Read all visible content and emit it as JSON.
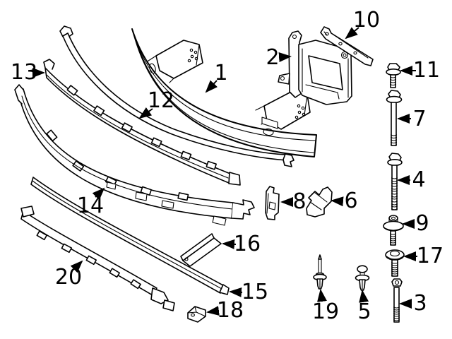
{
  "diagram": {
    "background_color": "#ffffff",
    "line_color": "#000000",
    "label_color": "#000000",
    "callouts": {
      "1": "1",
      "2": "2",
      "3": "3",
      "4": "4",
      "5": "5",
      "6": "6",
      "7": "7",
      "8": "8",
      "9": "9",
      "10": "10",
      "11": "11",
      "12": "12",
      "13": "13",
      "14": "14",
      "15": "15",
      "16": "16",
      "17": "17",
      "18": "18",
      "19": "19",
      "20": "20"
    },
    "parts": [
      {
        "callout": "1",
        "shape": "curved-impact-bar-with-two-mount-boxes"
      },
      {
        "callout": "2",
        "shape": "side-mount-bracket-frame"
      },
      {
        "callout": "3",
        "shape": "long-thin-bolt"
      },
      {
        "callout": "4",
        "shape": "long-threaded-screw"
      },
      {
        "callout": "5",
        "shape": "expanding-rivet-round-head"
      },
      {
        "callout": "6",
        "shape": "small-folded-bracket-right"
      },
      {
        "callout": "7",
        "shape": "long-hex-bolt"
      },
      {
        "callout": "8",
        "shape": "small-flat-bracket-with-square-hole"
      },
      {
        "callout": "9",
        "shape": "combination-bolt-with-washer"
      },
      {
        "callout": "10",
        "shape": "diagonal-support-strip-with-holes"
      },
      {
        "callout": "11",
        "shape": "short-hex-bolt"
      },
      {
        "callout": "12",
        "shape": "thin-curved-trim-strip-with-hook"
      },
      {
        "callout": "13",
        "shape": "notched-carrier-strip"
      },
      {
        "callout": "14",
        "shape": "wide-lower-carrier-strip"
      },
      {
        "callout": "15",
        "shape": "plain-lower-strip"
      },
      {
        "callout": "16",
        "shape": "small-insert-strip"
      },
      {
        "callout": "17",
        "shape": "flange-head-bolt"
      },
      {
        "callout": "18",
        "shape": "small-clip-block"
      },
      {
        "callout": "19",
        "shape": "expanding-pin-rivet"
      },
      {
        "callout": "20",
        "shape": "jagged-valance-strip"
      }
    ]
  }
}
